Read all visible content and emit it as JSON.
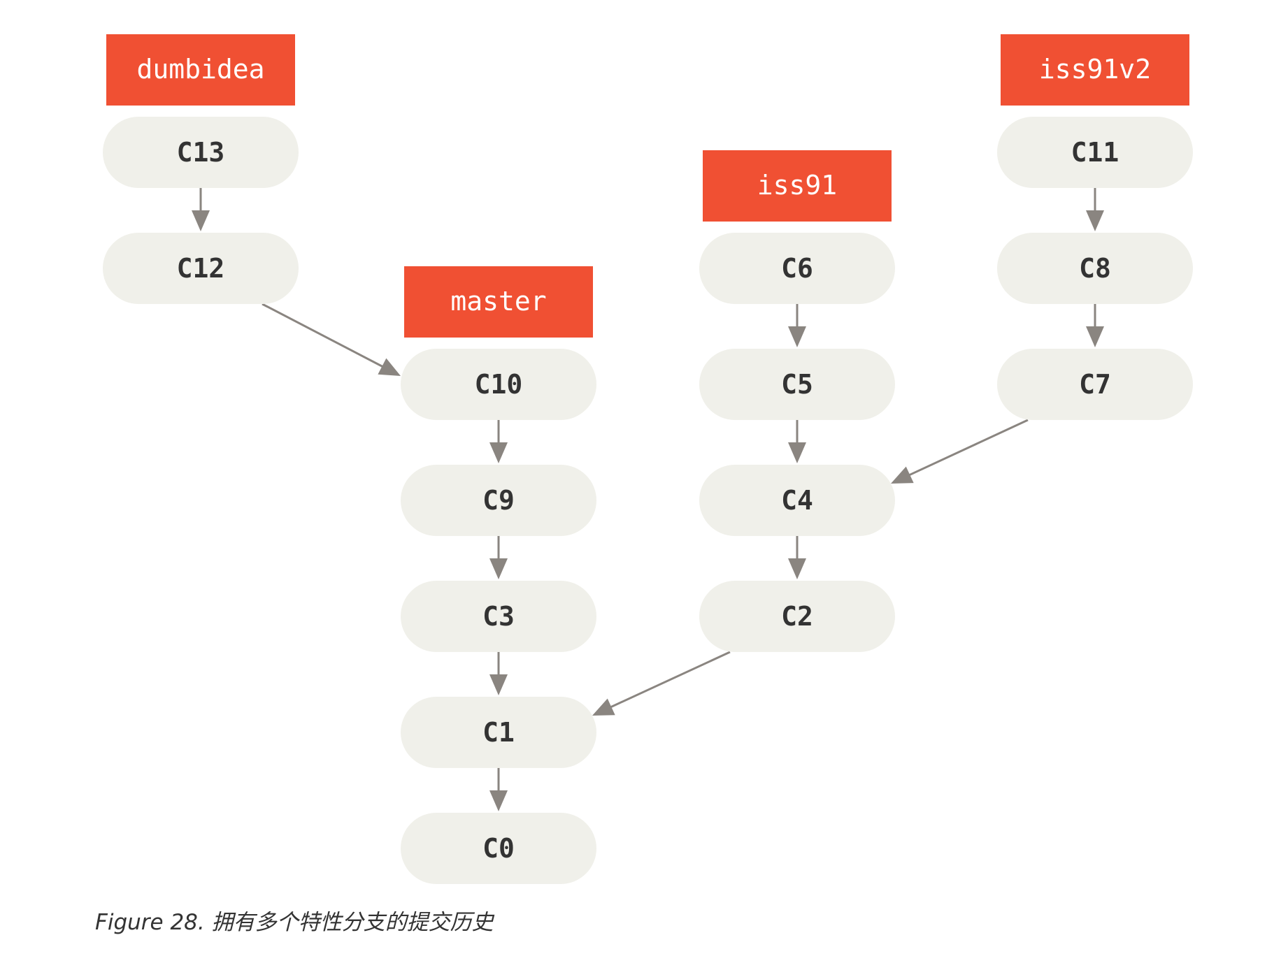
{
  "diagram": {
    "commits": [
      {
        "id": "C13"
      },
      {
        "id": "C12"
      },
      {
        "id": "C10"
      },
      {
        "id": "C9"
      },
      {
        "id": "C3"
      },
      {
        "id": "C1"
      },
      {
        "id": "C0"
      },
      {
        "id": "C6"
      },
      {
        "id": "C5"
      },
      {
        "id": "C4"
      },
      {
        "id": "C2"
      },
      {
        "id": "C11"
      },
      {
        "id": "C8"
      },
      {
        "id": "C7"
      }
    ],
    "branches": [
      {
        "name": "dumbidea",
        "points_to": "C13"
      },
      {
        "name": "master",
        "points_to": "C10"
      },
      {
        "name": "iss91",
        "points_to": "C6"
      },
      {
        "name": "iss91v2",
        "points_to": "C11"
      }
    ],
    "edges": [
      {
        "from": "C13",
        "to": "C12"
      },
      {
        "from": "C12",
        "to": "C10"
      },
      {
        "from": "C10",
        "to": "C9"
      },
      {
        "from": "C9",
        "to": "C3"
      },
      {
        "from": "C3",
        "to": "C1"
      },
      {
        "from": "C1",
        "to": "C0"
      },
      {
        "from": "C6",
        "to": "C5"
      },
      {
        "from": "C5",
        "to": "C4"
      },
      {
        "from": "C4",
        "to": "C2"
      },
      {
        "from": "C2",
        "to": "C1"
      },
      {
        "from": "C11",
        "to": "C8"
      },
      {
        "from": "C8",
        "to": "C7"
      },
      {
        "from": "C7",
        "to": "C4"
      }
    ],
    "colors": {
      "branch_fill": "#f05033",
      "branch_text": "#ffffff",
      "commit_fill": "#f0f0ea",
      "commit_text": "#333333",
      "arrow": "#8a8580"
    }
  },
  "caption": "Figure 28. 拥有多个特性分支的提交历史"
}
